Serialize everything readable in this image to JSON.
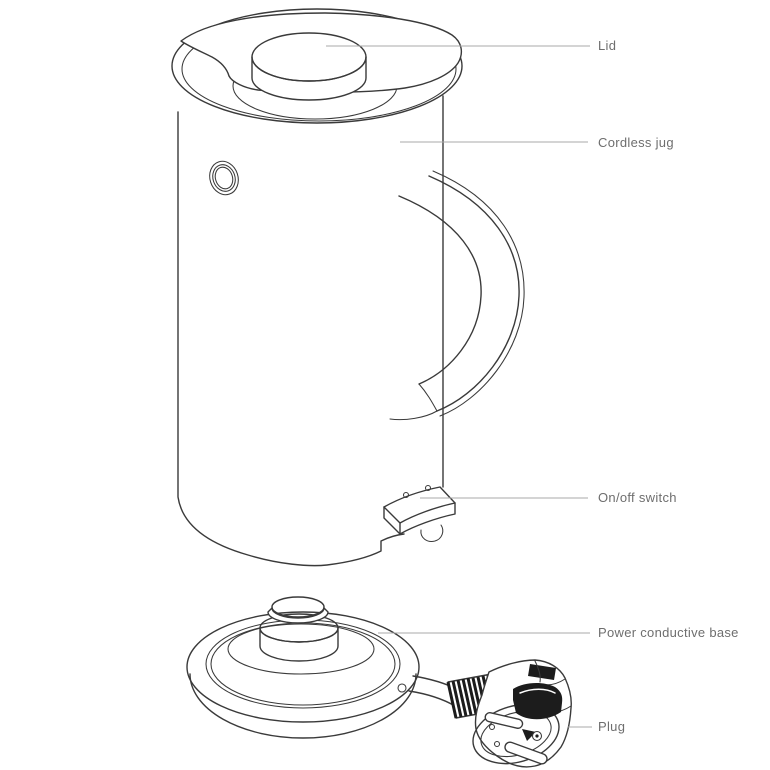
{
  "diagram": {
    "type": "annotated-product-diagram",
    "colors": {
      "background": "#ffffff",
      "stroke": "#3a3a3a",
      "stroke_dark": "#1c1c1c",
      "leader": "#a8a8a8",
      "label": "#6e6e6e"
    },
    "annotations": [
      {
        "id": "lid",
        "label": "Lid"
      },
      {
        "id": "cordless-jug",
        "label": "Cordless jug"
      },
      {
        "id": "on-off-switch",
        "label": "On/off switch"
      },
      {
        "id": "power-conductive-base",
        "label": "Power conductive base"
      },
      {
        "id": "plug",
        "label": "Plug"
      }
    ]
  }
}
